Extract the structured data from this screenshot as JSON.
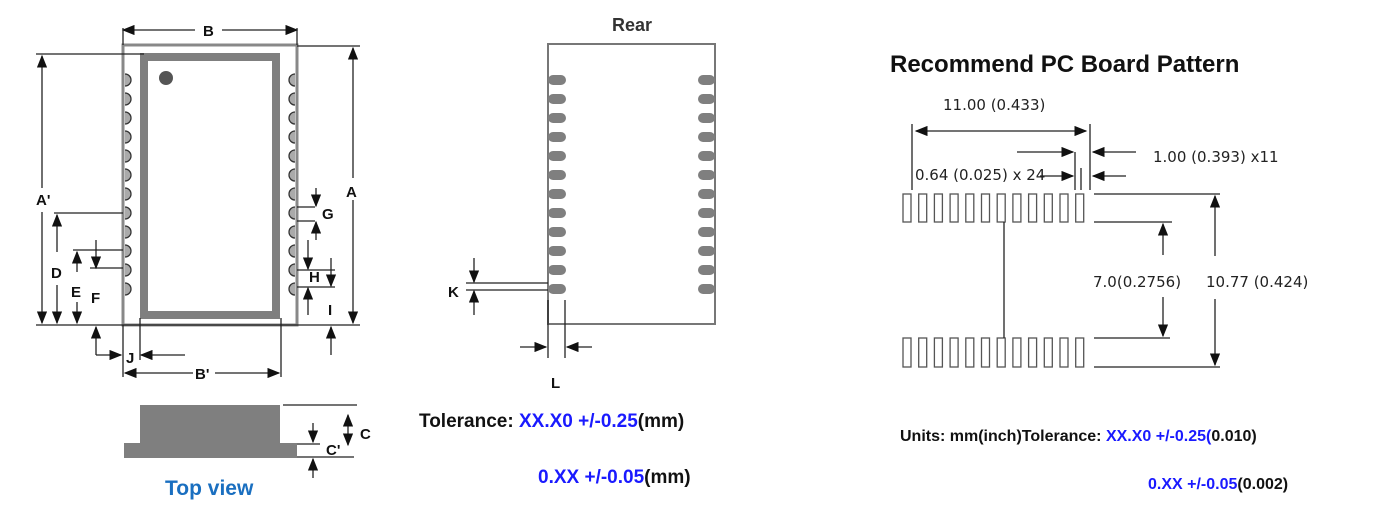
{
  "top_view": {
    "labels": {
      "A": "A",
      "A_prime": "A'",
      "B": "B",
      "B_prime": "B'",
      "C": "C",
      "C_prime": "C'",
      "D": "D",
      "E": "E",
      "F": "F",
      "G": "G",
      "H": "H",
      "I": "I",
      "J": "J"
    },
    "caption": "Top view",
    "caption_color": "#1a6fc0"
  },
  "rear_view": {
    "title": "Rear",
    "labels": {
      "K": "K",
      "L": "L"
    },
    "tolerance_label": "Tolerance: ",
    "tolerance_1_value": "XX.X0 +/-0.25",
    "tolerance_1_unit": "(mm)",
    "tolerance_2_value": "0.XX +/-0.05",
    "tolerance_2_unit": "(mm)"
  },
  "pcb_pattern": {
    "title": "Recommend PC Board Pattern",
    "pad_count_per_row": 12,
    "dims": {
      "width": "11.00 (0.433)",
      "pitch": "1.00 (0.393) x11",
      "pad_width": "0.64 (0.025) x 24",
      "inner_gap": "7.0(0.2756)",
      "outer_span": "10.77 (0.424)"
    },
    "units_label": "Units: mm(inch)Tolerance: ",
    "tolerance_1_value": "XX.X0 +/-0.25(",
    "tolerance_1_unit": "0.010)",
    "tolerance_2_value": "0.XX +/-0.05",
    "tolerance_2_unit": "(0.002)"
  },
  "colors": {
    "accent_blue": "#1a1aff",
    "module_gray": "#7f7f7f"
  }
}
